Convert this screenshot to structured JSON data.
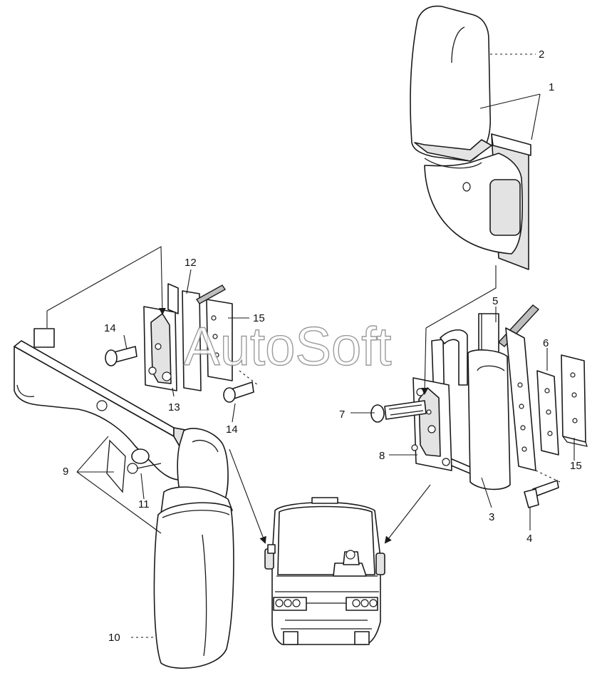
{
  "diagram": {
    "callouts": [
      {
        "id": "c1",
        "label": "1"
      },
      {
        "id": "c2",
        "label": "2"
      },
      {
        "id": "c3",
        "label": "3"
      },
      {
        "id": "c4",
        "label": "4"
      },
      {
        "id": "c5",
        "label": "5"
      },
      {
        "id": "c6",
        "label": "6"
      },
      {
        "id": "c7",
        "label": "7"
      },
      {
        "id": "c8",
        "label": "8"
      },
      {
        "id": "c9",
        "label": "9"
      },
      {
        "id": "c10",
        "label": "10"
      },
      {
        "id": "c11",
        "label": "11"
      },
      {
        "id": "c12",
        "label": "12"
      },
      {
        "id": "c13",
        "label": "13"
      },
      {
        "id": "c14a",
        "label": "14"
      },
      {
        "id": "c14b",
        "label": "14"
      },
      {
        "id": "c15a",
        "label": "15"
      },
      {
        "id": "c15b",
        "label": "15"
      }
    ],
    "watermark": "AutoSoft"
  }
}
